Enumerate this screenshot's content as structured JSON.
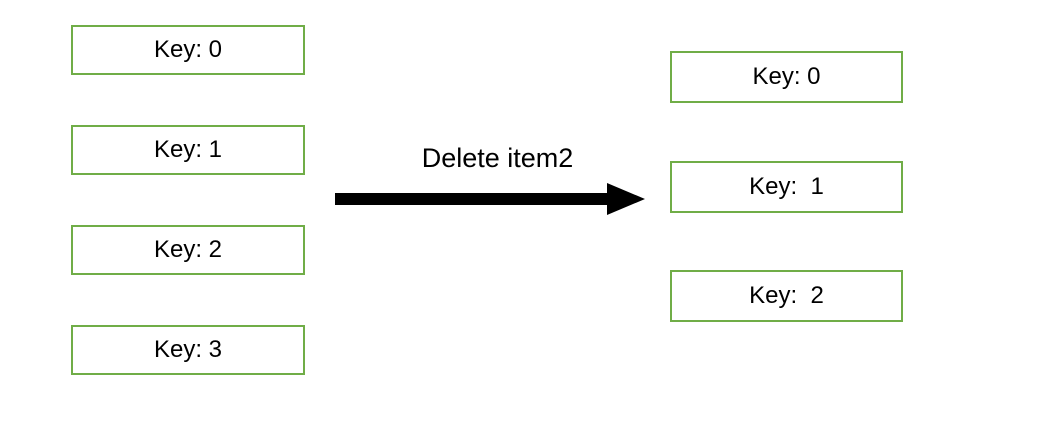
{
  "diagram": {
    "left_list": {
      "items": [
        {
          "label": "Key: 0"
        },
        {
          "label": "Key: 1"
        },
        {
          "label": "Key: 2"
        },
        {
          "label": "Key: 3"
        }
      ]
    },
    "transition": {
      "label": "Delete item2",
      "arrow_icon": "right-arrow"
    },
    "right_list": {
      "items": [
        {
          "label": "Key: 0"
        },
        {
          "label": "Key:  1"
        },
        {
          "label": "Key:  2"
        }
      ]
    }
  },
  "colors": {
    "box_border": "#70AD47",
    "arrow": "#000000",
    "text": "#000000",
    "background": "#FFFFFF"
  }
}
